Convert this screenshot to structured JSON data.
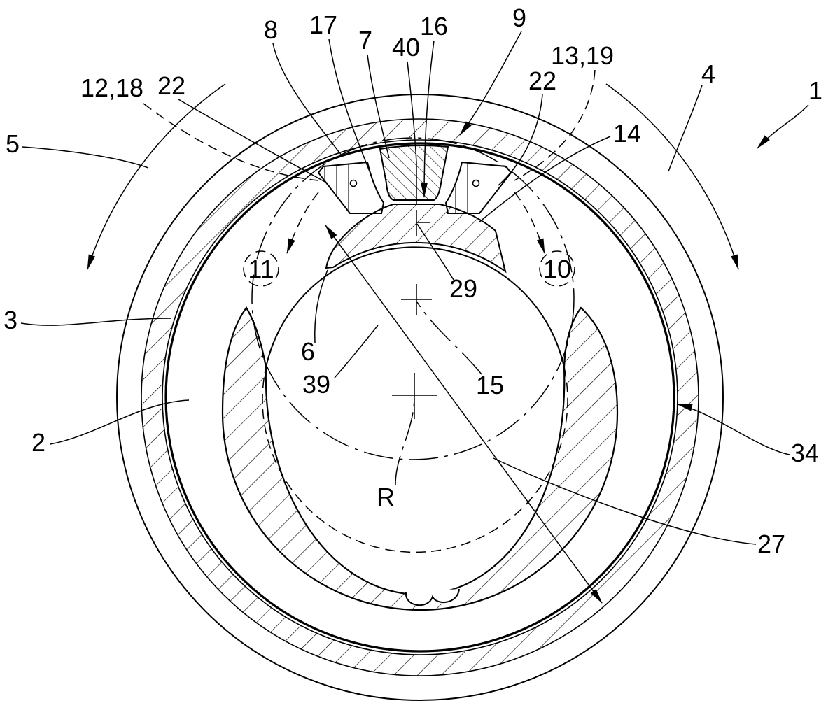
{
  "colors": {
    "ink": "#000000",
    "paper": "#ffffff"
  },
  "callouts": [
    "8",
    "17",
    "7",
    "40",
    "16",
    "9",
    "13,19",
    "12,18",
    "22",
    "22",
    "4",
    "1",
    "5",
    "14",
    "11",
    "10",
    "29",
    "3",
    "6",
    "39",
    "15",
    "2",
    "34",
    "R",
    "27"
  ]
}
